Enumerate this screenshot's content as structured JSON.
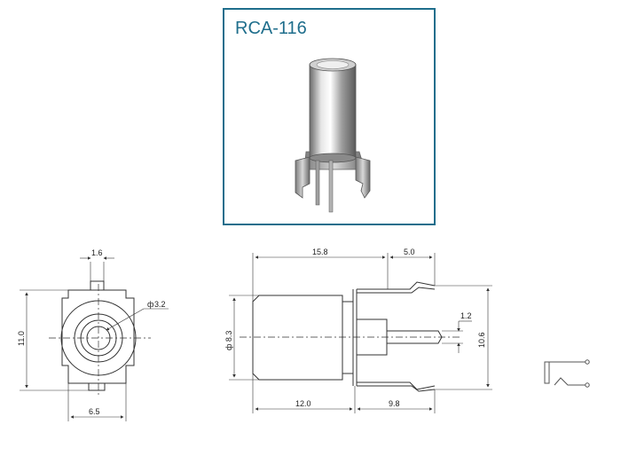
{
  "product": {
    "model": "RCA-116"
  },
  "front_view": {
    "dim_top_width": "1.6",
    "dim_hole_diameter": "3.2",
    "diameter_symbol": "ф",
    "dim_height": "11.0",
    "dim_bottom_width": "6.5"
  },
  "side_view": {
    "dim_body_length": "15.8",
    "dim_tab_length": "5.0",
    "dim_pin_width": "1.2",
    "dim_total_height": "10.6",
    "dim_body_diameter": "ф 8.3",
    "dim_base_length": "12.0",
    "dim_pin_length": "9.8"
  },
  "colors": {
    "frame": "#1f6e8c",
    "line": "#333333",
    "metal": "#9a9a9a"
  }
}
